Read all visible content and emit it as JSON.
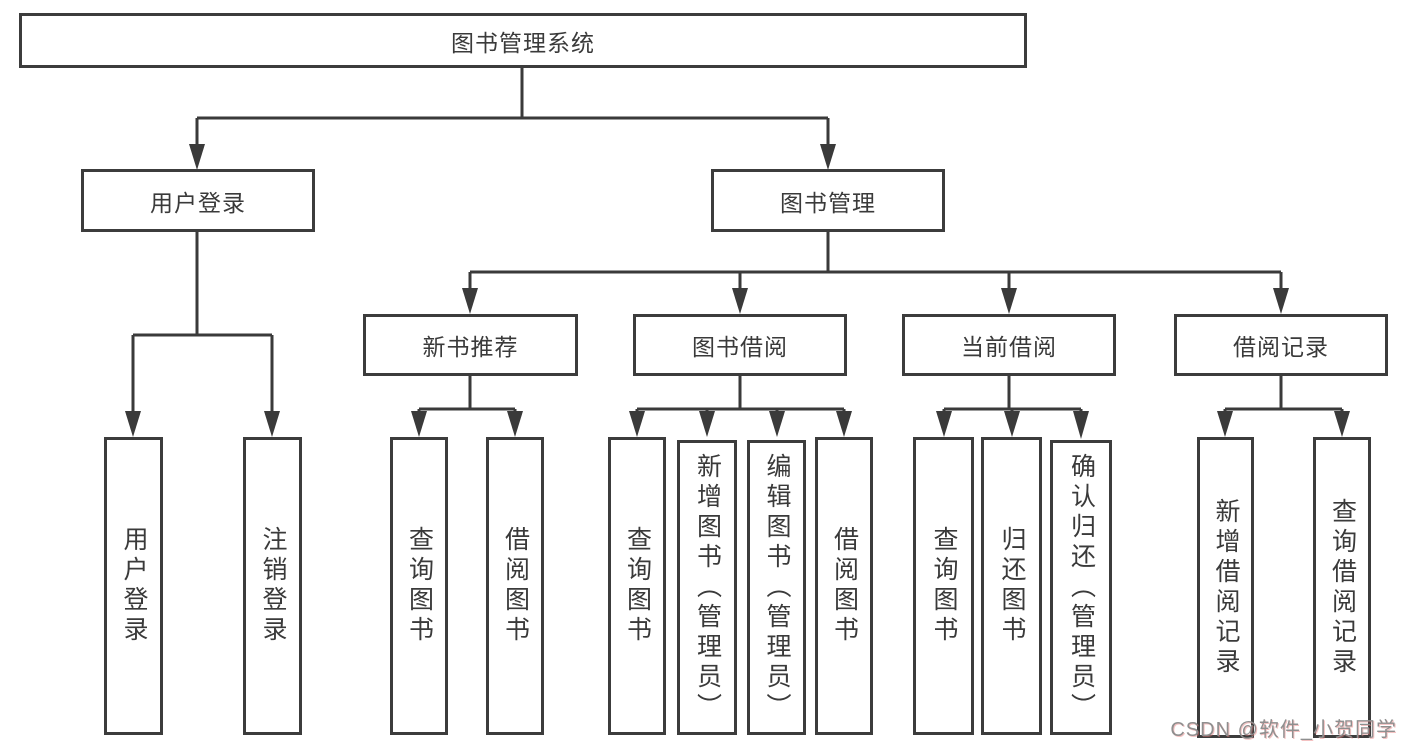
{
  "nodes": {
    "root": {
      "label": "图书管理系统"
    },
    "user_login": {
      "label": "用户登录"
    },
    "book_mgmt": {
      "label": "图书管理"
    },
    "new_book_rec": {
      "label": "新书推荐"
    },
    "book_borrow": {
      "label": "图书借阅"
    },
    "current_borrow": {
      "label": "当前借阅"
    },
    "borrow_records": {
      "label": "借阅记录"
    },
    "leaf_user_login": {
      "label": "用户登录"
    },
    "leaf_logout": {
      "label": "注销登录"
    },
    "leaf_query_book_1": {
      "label": "查询图书"
    },
    "leaf_borrow_book_1": {
      "label": "借阅图书"
    },
    "leaf_query_book_2": {
      "label": "查询图书"
    },
    "leaf_add_book": {
      "label": "新增图书（管理员）"
    },
    "leaf_edit_book": {
      "label": "编辑图书（管理员）"
    },
    "leaf_borrow_book_2": {
      "label": "借阅图书"
    },
    "leaf_query_book_3": {
      "label": "查询图书"
    },
    "leaf_return_book": {
      "label": "归还图书"
    },
    "leaf_confirm_return": {
      "label": "确认归还（管理员）"
    },
    "leaf_add_record": {
      "label": "新增借阅记录"
    },
    "leaf_query_record": {
      "label": "查询借阅记录"
    }
  },
  "edges": [
    {
      "from": "图书管理系统",
      "to": [
        "用户登录",
        "图书管理"
      ]
    },
    {
      "from": "用户登录",
      "to": [
        "用户登录",
        "注销登录"
      ]
    },
    {
      "from": "图书管理",
      "to": [
        "新书推荐",
        "图书借阅",
        "当前借阅",
        "借阅记录"
      ]
    },
    {
      "from": "新书推荐",
      "to": [
        "查询图书",
        "借阅图书"
      ]
    },
    {
      "from": "图书借阅",
      "to": [
        "查询图书",
        "新增图书（管理员）",
        "编辑图书（管理员）",
        "借阅图书"
      ]
    },
    {
      "from": "当前借阅",
      "to": [
        "查询图书",
        "归还图书",
        "确认归还（管理员）"
      ]
    },
    {
      "from": "借阅记录",
      "to": [
        "新增借阅记录",
        "查询借阅记录"
      ]
    }
  ],
  "watermark": {
    "text": "CSDN @软件_小贺同学"
  },
  "colors": {
    "line": "#3a3a3a",
    "box_border": "#3c3c3c",
    "text": "#3a3a3a",
    "watermark": "#8f8f8f",
    "background": "#ffffff"
  }
}
